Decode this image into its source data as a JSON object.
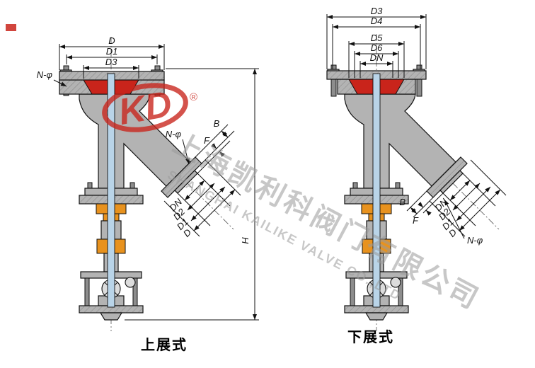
{
  "watermark": {
    "logo": "KD",
    "registered": "®",
    "company_cn": "上海凯利科阀门有限公司",
    "company_en": "SHANGHAI KAILIKE VALVE CO.,LTD"
  },
  "left_valve": {
    "caption": "上展式",
    "top_dims": {
      "d": "D",
      "d1": "D1",
      "d3": "D3"
    },
    "top_bolt_label": "N-φ",
    "height_label": "H",
    "branch": {
      "b": "B",
      "f": "F",
      "bolt": "N-φ",
      "dn": "DN",
      "d2": "D2",
      "d1": "D1",
      "d": "D"
    }
  },
  "right_valve": {
    "caption": "下展式",
    "top_dims": {
      "d3": "D3",
      "d4": "D4",
      "d5": "D5",
      "d6": "D6",
      "dn": "DN"
    },
    "branch": {
      "b": "B",
      "f": "F",
      "bolt": "N-φ",
      "dn": "DN",
      "d2": "D2",
      "d1": "D1",
      "d": "D"
    }
  },
  "colors": {
    "body": "#b3b3b3",
    "accent_red": "#c9241b",
    "stem_blue": "#b9d4e8",
    "gland_orange": "#e8921e",
    "line": "#111111",
    "watermark": "#9a9a9a"
  }
}
